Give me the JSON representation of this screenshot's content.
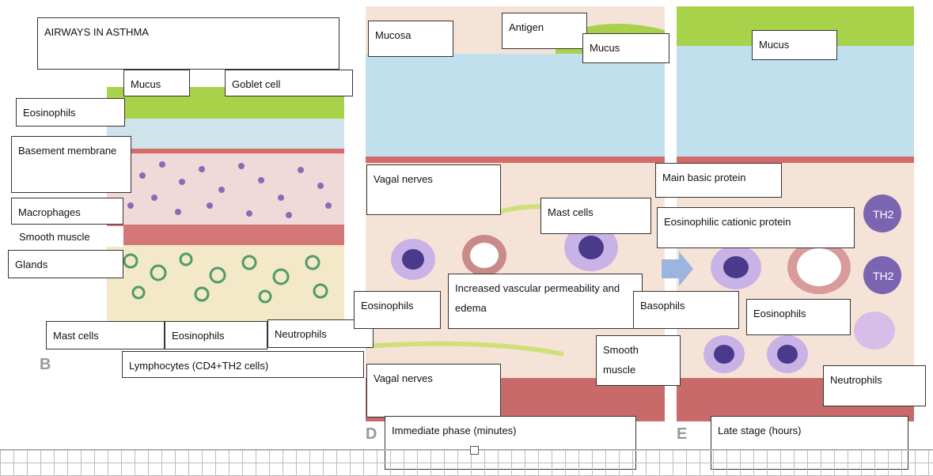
{
  "title": "AIRWAYS IN ASTHMA",
  "panels": {
    "b": "B",
    "d": "D",
    "e": "E"
  },
  "labels_b": {
    "mucus": "Mucus",
    "goblet": "Goblet cell",
    "eosinophils_top": "Eosinophils",
    "basement": "Basement membrane",
    "macrophages": "Macrophages",
    "smooth_muscle": "Smooth muscle",
    "glands": "Glands",
    "mast_cells": "Mast cells",
    "eosinophils_bottom": "Eosinophils",
    "neutrophils": "Neutrophils",
    "lymphocytes": "Lymphocytes (CD4+TH2 cells)"
  },
  "labels_d": {
    "mucosa": "Mucosa",
    "antigen": "Antigen",
    "mucus": "Mucus",
    "vagal_top": "Vagal nerves",
    "mast_cells": "Mast cells",
    "vascular": "Increased vascular permeability and edema",
    "eosinophils": "Eosinophils",
    "basophils": "Basophils",
    "smooth_muscle": "Smooth muscle",
    "vagal_bottom": "Vagal nerves",
    "phase": "Immediate phase (minutes)"
  },
  "labels_e": {
    "mucus": "Mucus",
    "mbp": "Main basic protein",
    "ecp": "Eosinophilic cationic protein",
    "eosinophils": "Eosinophils",
    "neutrophils": "Neutrophils",
    "phase": "Late stage (hours)",
    "th2_top": "TH2",
    "th2_bottom": "TH2"
  }
}
